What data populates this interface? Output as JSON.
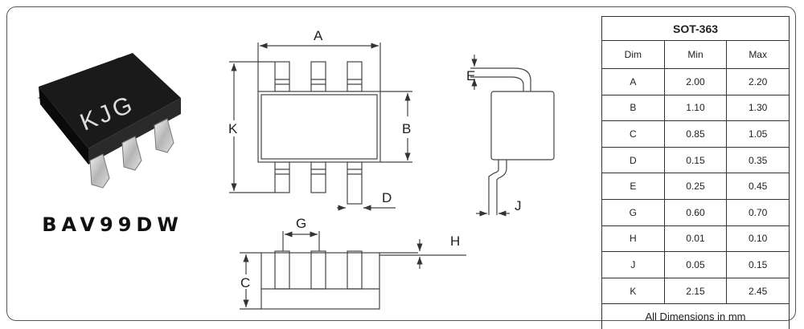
{
  "part_number": "BAV99DW",
  "chip_marking": "KJG",
  "dimension_labels": {
    "A": "A",
    "B": "B",
    "C": "C",
    "D": "D",
    "E": "E",
    "G": "G",
    "H": "H",
    "J": "J",
    "K": "K"
  },
  "table": {
    "title": "SOT-363",
    "headers": [
      "Dim",
      "Min",
      "Max"
    ],
    "rows": [
      [
        "A",
        "2.00",
        "2.20"
      ],
      [
        "B",
        "1.10",
        "1.30"
      ],
      [
        "C",
        "0.85",
        "1.05"
      ],
      [
        "D",
        "0.15",
        "0.35"
      ],
      [
        "E",
        "0.25",
        "0.45"
      ],
      [
        "G",
        "0.60",
        "0.70"
      ],
      [
        "H",
        "0.01",
        "0.10"
      ],
      [
        "J",
        "0.05",
        "0.15"
      ],
      [
        "K",
        "2.15",
        "2.45"
      ]
    ],
    "footer": "All Dimensions in mm"
  }
}
